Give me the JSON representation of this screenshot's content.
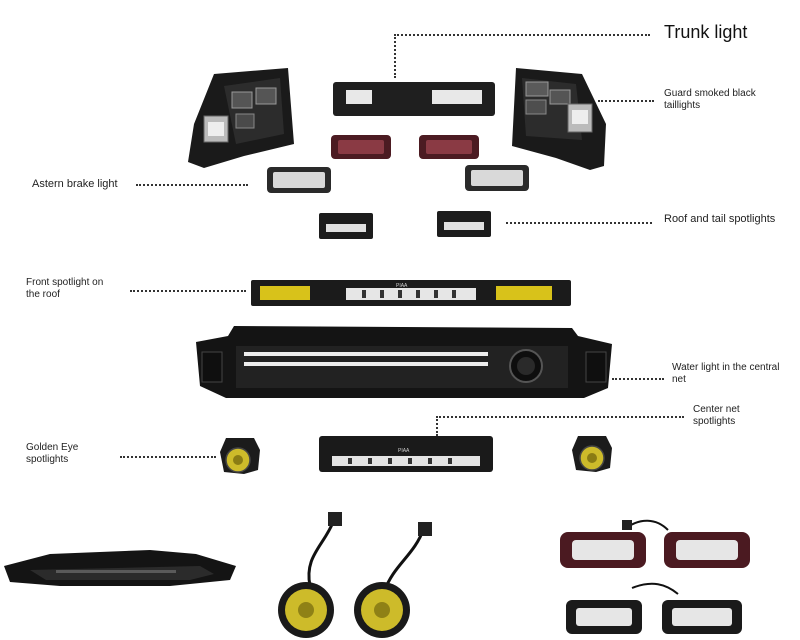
{
  "labels": {
    "trunk_light": "Trunk light",
    "guard_taillights": "Guard smoked black\ntaillights",
    "astern_brake_light": "Astern brake light",
    "roof_tail_spotlights": "Roof and tail spotlights",
    "front_spotlight_roof": "Front spotlight on\nthe roof",
    "water_light_central_net": "Water light in the central\nnet",
    "center_net_spotlights": "Center net\nspotlights",
    "golden_eye_spotlights": "Golden Eye\nspotlights"
  },
  "product_marks": {
    "roof_bar_brand": "PIAA",
    "center_bar_brand": "PIAA"
  },
  "colors": {
    "amber": "#d8c21a",
    "smoked": "#1b1b1b",
    "red_lens": "#6b2630"
  }
}
